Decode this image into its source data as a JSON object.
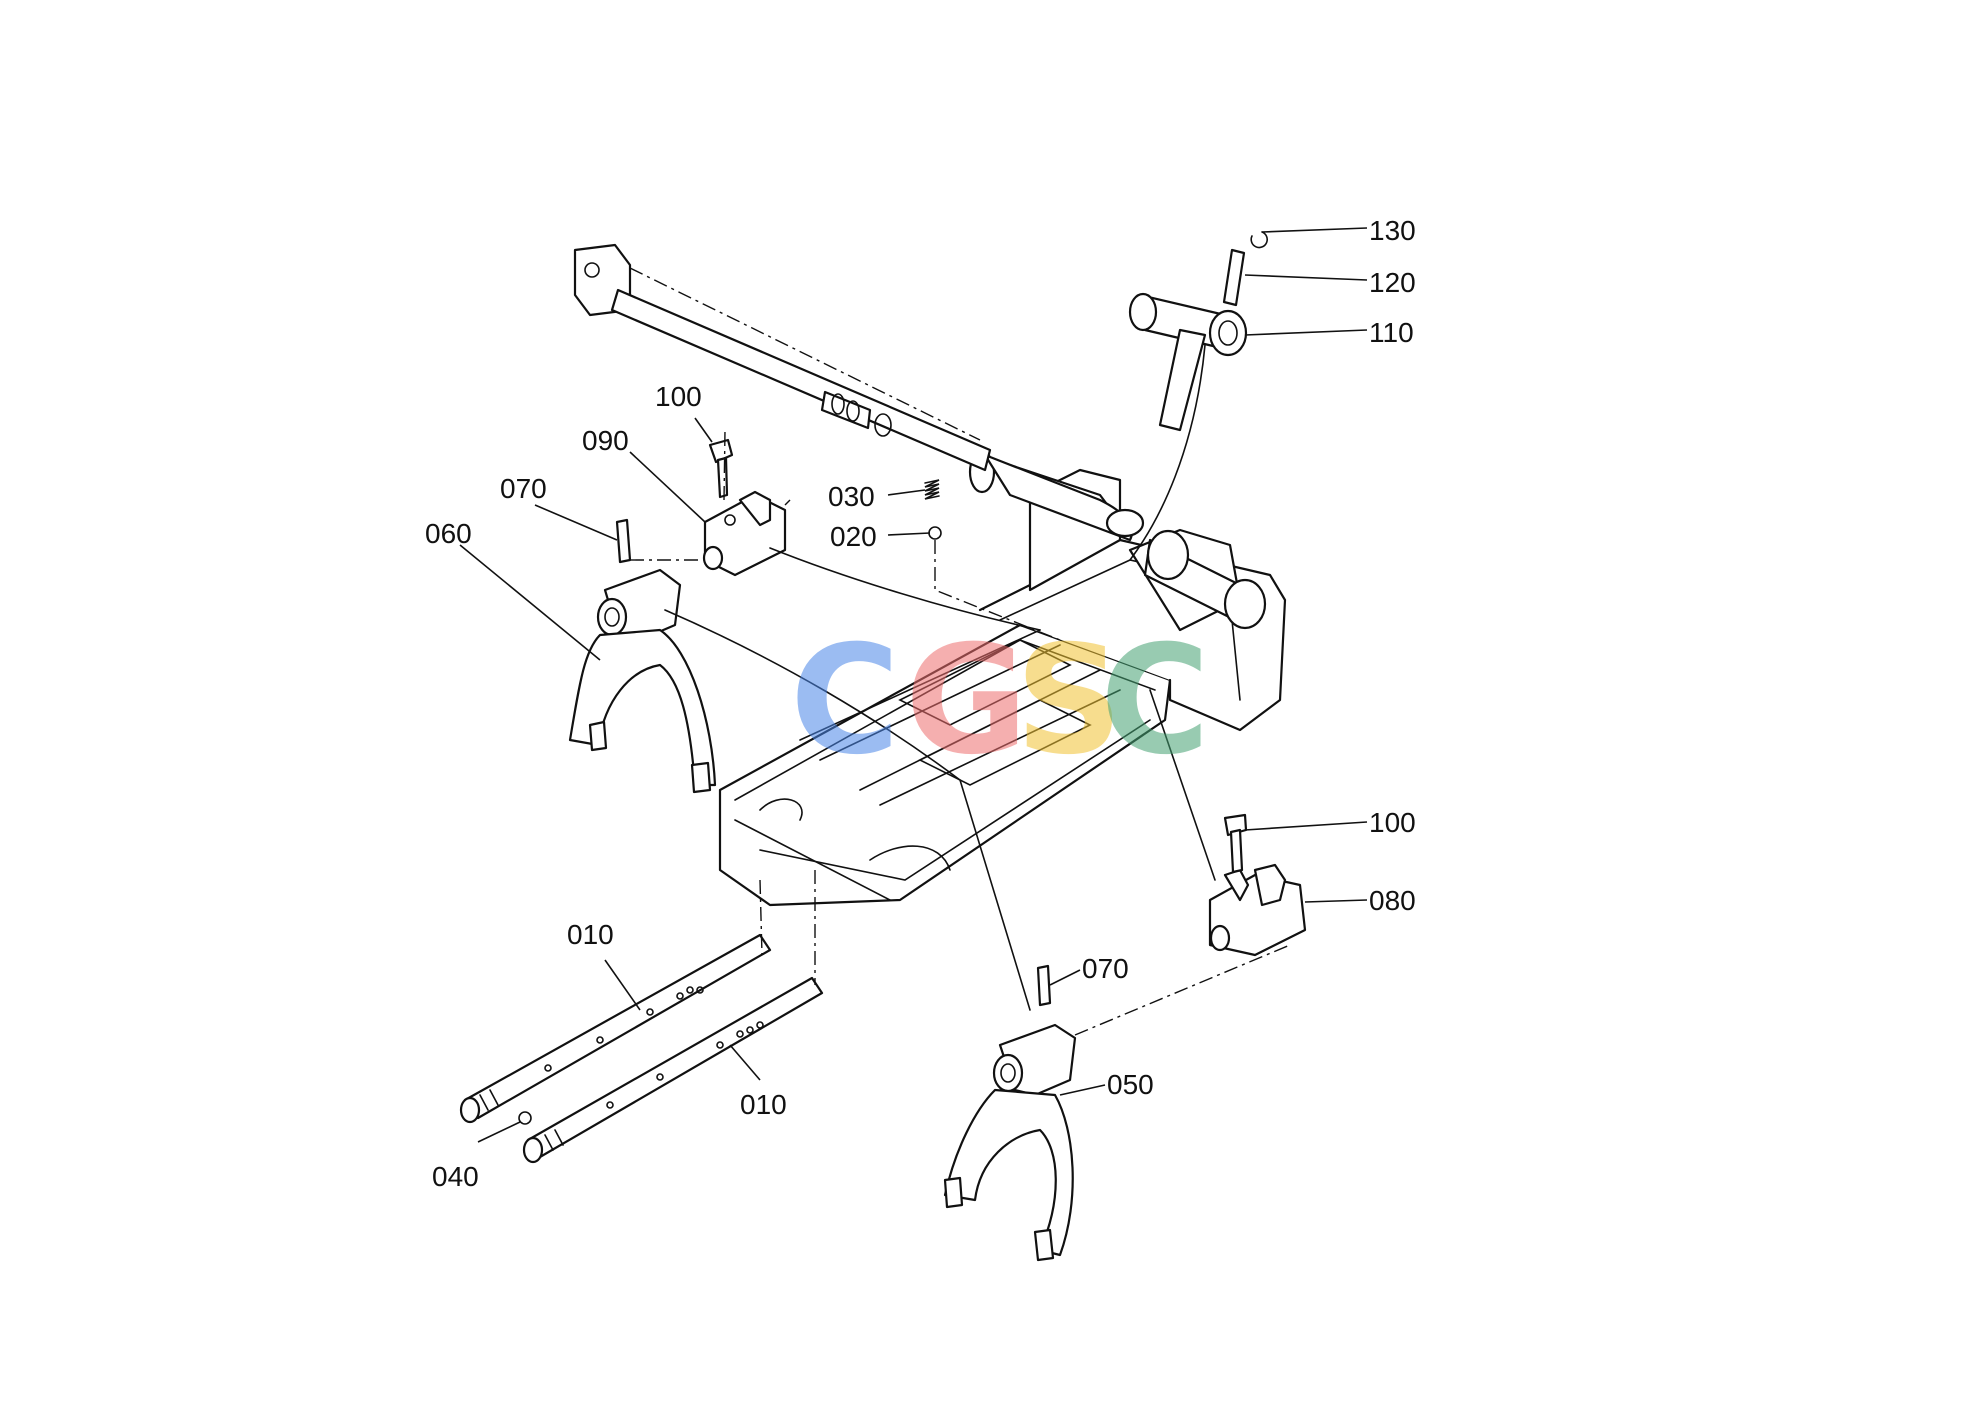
{
  "callouts": {
    "c130": "130",
    "c120": "120",
    "c110": "110",
    "c100_top": "100",
    "c090": "090",
    "c070_top": "070",
    "c060": "060",
    "c030": "030",
    "c020": "020",
    "c100_right": "100",
    "c080": "080",
    "c070_bottom": "070",
    "c050": "050",
    "c010_left": "010",
    "c010_right": "010",
    "c040": "040"
  },
  "watermark": {
    "letters": [
      "C",
      "G",
      "S",
      "C"
    ],
    "colors": [
      "#4a86e8",
      "#ee6e6e",
      "#f1c232",
      "#45a273"
    ]
  }
}
